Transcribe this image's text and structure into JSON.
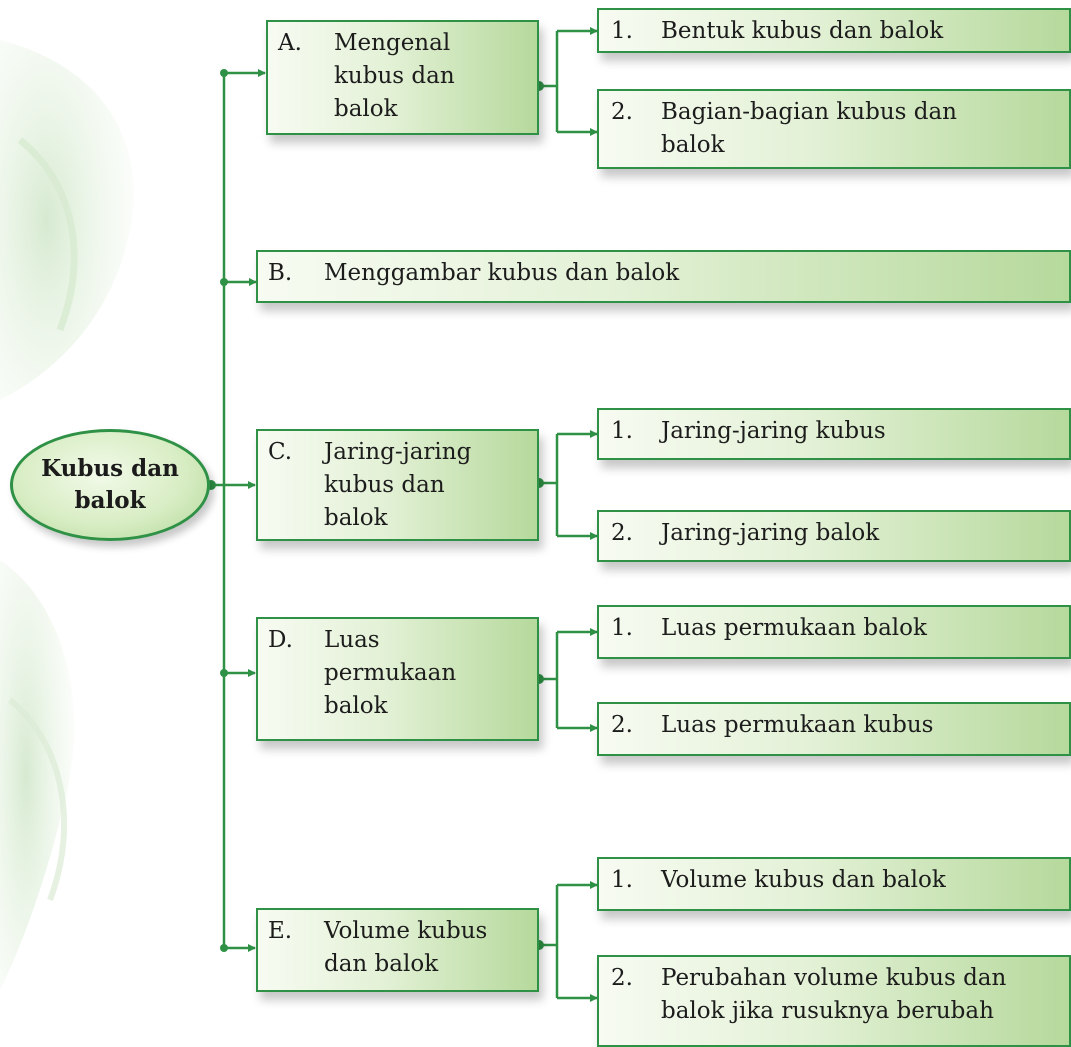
{
  "root": {
    "label": "Kubus dan\nbalok"
  },
  "topics": [
    {
      "letter": "A.",
      "title": "Mengenal\nkubus dan\nbalok",
      "subtopics": [
        {
          "number": "1.",
          "title": "Bentuk kubus dan balok"
        },
        {
          "number": "2.",
          "title": "Bagian-bagian kubus dan\nbalok"
        }
      ]
    },
    {
      "letter": "B.",
      "title": "Menggambar kubus dan balok",
      "subtopics": []
    },
    {
      "letter": "C.",
      "title": "Jaring-jaring\nkubus dan\nbalok",
      "subtopics": [
        {
          "number": "1.",
          "title": "Jaring-jaring kubus"
        },
        {
          "number": "2.",
          "title": "Jaring-jaring balok"
        }
      ]
    },
    {
      "letter": "D.",
      "title": "Luas\npermukaan\nbalok",
      "subtopics": [
        {
          "number": "1.",
          "title": "Luas permukaan balok"
        },
        {
          "number": "2.",
          "title": "Luas permukaan kubus"
        }
      ]
    },
    {
      "letter": "E.",
      "title": "Volume kubus\ndan balok",
      "subtopics": [
        {
          "number": "1.",
          "title": "Volume kubus dan balok"
        },
        {
          "number": "2.",
          "title": "Perubahan volume kubus dan\nbalok jika rusuknya berubah"
        }
      ]
    }
  ],
  "colors": {
    "line": "#2e9145",
    "box_light": "#f7fbf2",
    "box_dark": "#b6d99c"
  }
}
